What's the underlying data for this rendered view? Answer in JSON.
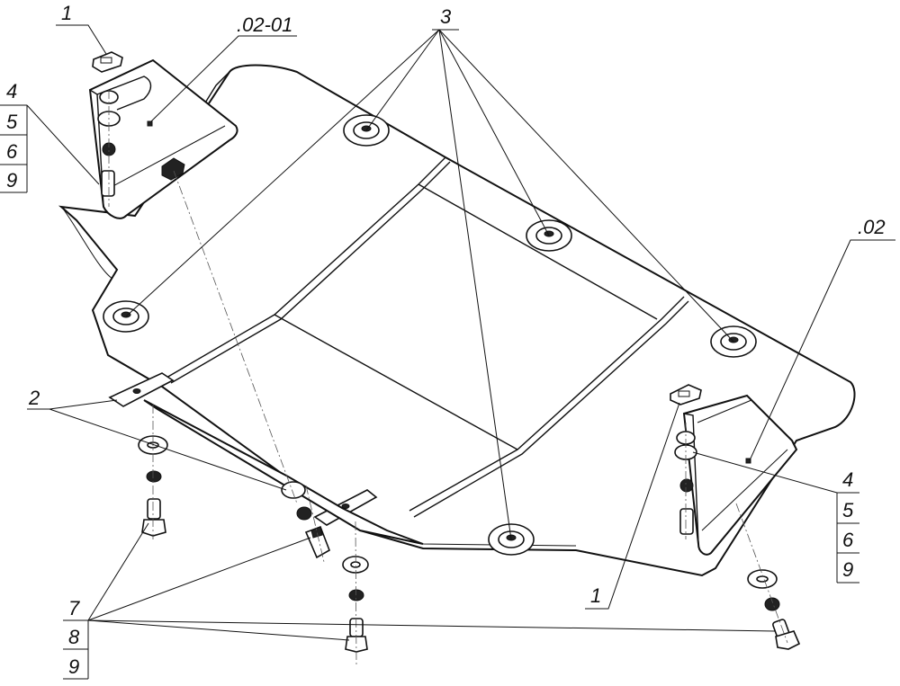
{
  "callouts": {
    "c1_top": "1",
    "c02_01": ".02-01",
    "c3": "3",
    "c4_left": "4",
    "c5_left": "5",
    "c6_left": "6",
    "c9_left": "9",
    "c02": ".02",
    "c2": "2",
    "c4_right": "4",
    "c5_right": "5",
    "c6_right": "6",
    "c9_right": "9",
    "c1_bottom": "1",
    "c7": "7",
    "c8": "8",
    "c9_bottom": "9"
  }
}
